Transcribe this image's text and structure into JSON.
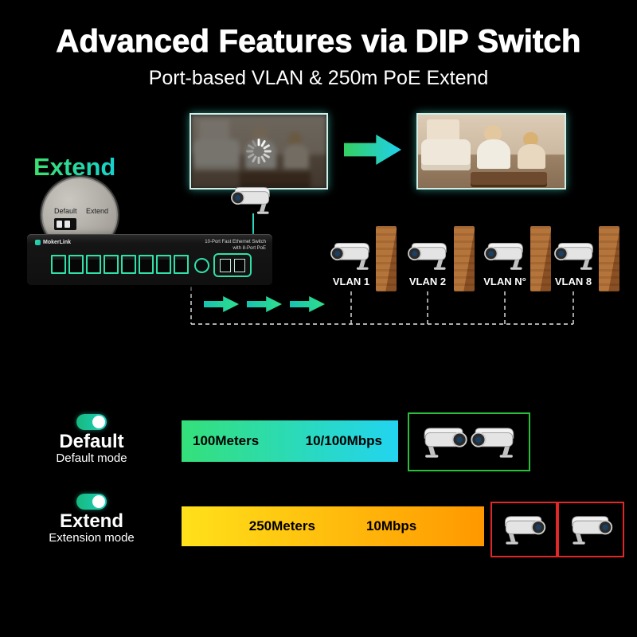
{
  "header": {
    "title": "Advanced Features via DIP Switch",
    "subtitle": "Port-based VLAN & 250m PoE Extend"
  },
  "diagram": {
    "extend_label": "Extend",
    "dip": {
      "default_label": "Default",
      "extend_label": "Extend"
    },
    "switch": {
      "brand": "MokerLink",
      "title_line1": "10-Port Fast Ethernet Switch",
      "title_line2": "with 8-Port PoE"
    },
    "vlans": [
      "VLAN 1",
      "VLAN 2",
      "VLAN N°",
      "VLAN 8"
    ]
  },
  "modes": {
    "default": {
      "name": "Default",
      "desc": "Default mode",
      "toggle_state": "on",
      "distance": "100Meters",
      "speed": "10/100Mbps"
    },
    "extend": {
      "name": "Extend",
      "desc": "Extension mode",
      "toggle_state": "on",
      "distance": "250Meters",
      "speed": "10Mbps"
    }
  },
  "colors": {
    "background": "#000000",
    "accent_teal": "#2fe0a8",
    "accent_green": "#35e07a",
    "accent_cyan": "#22d4f0",
    "bar_extend_start": "#ffe11a",
    "bar_extend_end": "#ff9800",
    "vlan_wall_wood": "#a2622f",
    "box_green": "#2abf3a",
    "box_red": "#e02828"
  },
  "icons": {
    "camera": "security-camera",
    "spinner": "loading-spinner",
    "arrow": "right-arrow",
    "toggle": "toggle-on"
  }
}
